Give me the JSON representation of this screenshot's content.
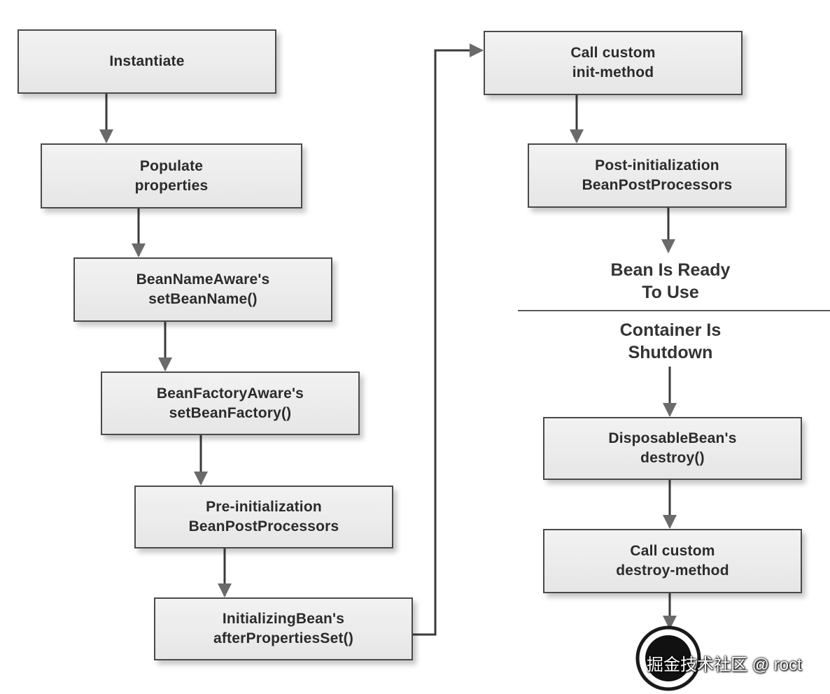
{
  "steps": [
    {
      "lines": [
        "Instantiate"
      ]
    },
    {
      "lines": [
        "Populate",
        "properties"
      ]
    },
    {
      "lines": [
        "BeanNameAware's",
        "setBeanName()"
      ]
    },
    {
      "lines": [
        "BeanFactoryAware's",
        "setBeanFactory()"
      ]
    },
    {
      "lines": [
        "Pre-initialization",
        "BeanPostProcessors"
      ]
    },
    {
      "lines": [
        "InitializingBean's",
        "afterPropertiesSet()"
      ]
    },
    {
      "lines": [
        "Call custom",
        "init-method"
      ]
    },
    {
      "lines": [
        "Post-initialization",
        "BeanPostProcessors"
      ]
    },
    {
      "lines": [
        "DisposableBean's",
        "destroy()"
      ]
    },
    {
      "lines": [
        "Call custom",
        "destroy-method"
      ]
    }
  ],
  "states": {
    "ready": {
      "lines": [
        "Bean Is Ready",
        "To Use"
      ]
    },
    "shutdown": {
      "lines": [
        "Container Is",
        "Shutdown"
      ]
    }
  },
  "watermark": "掘金技术社区 @ roct"
}
